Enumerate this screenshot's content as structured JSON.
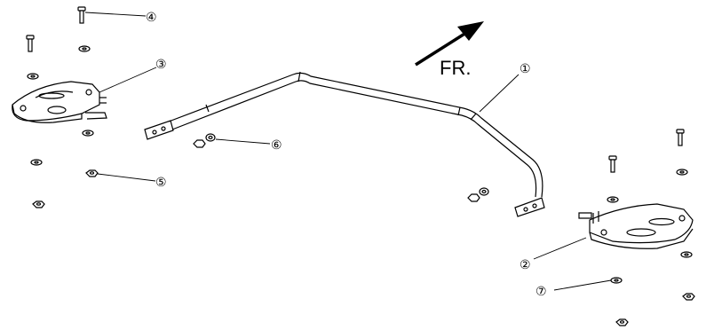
{
  "direction_label": "FR.",
  "callouts": {
    "c1": "①",
    "c2": "②",
    "c3": "③",
    "c4": "④",
    "c5": "⑤",
    "c6": "⑥",
    "c7": "⑦"
  },
  "colors": {
    "line": "#000000",
    "background": "#ffffff"
  }
}
